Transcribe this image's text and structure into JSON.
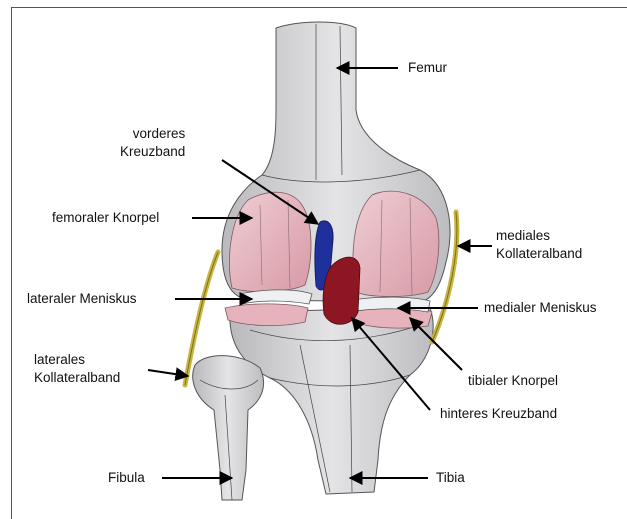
{
  "labels": {
    "femur": "Femur",
    "vorderes_kreuzband": [
      "vorderes",
      "Kreuzband"
    ],
    "femoraler_knorpel": "femoraler Knorpel",
    "mediales_kollateralband": [
      "mediales",
      "Kollateralband"
    ],
    "lateraler_meniskus": "lateraler Meniskus",
    "medialer_meniskus": "medialer Meniskus",
    "laterales_kollateralband": [
      "laterales",
      "Kollateralband"
    ],
    "tibialer_knorpel": "tibialer Knorpel",
    "hinteres_kreuzband": "hinteres Kreuzband",
    "fibula": "Fibula",
    "tibia": "Tibia"
  },
  "colors": {
    "bone": "#d3d3d6",
    "cartilage": "#e3b3bc",
    "meniscus": "#eef0f2",
    "acl": "#1f2f9c",
    "pcl": "#8c1622",
    "collateral": "#c9b541",
    "arrow": "#000000"
  }
}
